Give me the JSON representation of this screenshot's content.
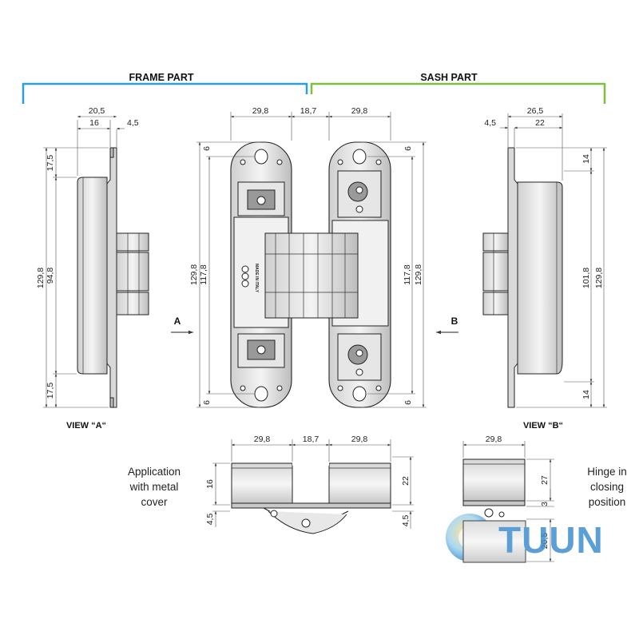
{
  "headers": {
    "frame_part": "FRAME PART",
    "sash_part": "SASH PART",
    "frame_color": "#2a9fd8",
    "sash_color": "#7fbf3f"
  },
  "views": {
    "view_a": "VIEW “A“",
    "view_b": "VIEW “B“",
    "arrow_a": "A",
    "arrow_b": "B"
  },
  "dims": {
    "va_top_20_5": "20,5",
    "va_top_16": "16",
    "va_top_4_5": "4,5",
    "va_17_5_top": "17,5",
    "va_129_8": "129,8",
    "va_94_8": "94,8",
    "va_17_5_bottom": "17,5",
    "front_29_8_left": "29,8",
    "front_18_7": "18,7",
    "front_29_8_right": "29,8",
    "front_6_tl": "6",
    "front_6_tr": "6",
    "front_6_bl": "6",
    "front_6_br": "6",
    "front_129_8_left": "129,8",
    "front_117_8_left": "117,8",
    "front_117_8_right": "117,8",
    "front_129_8_right": "129,8",
    "vb_26_5": "26,5",
    "vb_4_5": "4,5",
    "vb_22": "22",
    "vb_14_top": "14",
    "vb_101_8": "101,8",
    "vb_129_8": "129,8",
    "vb_14_bottom": "14",
    "bot_29_8_left": "29,8",
    "bot_18_7": "18,7",
    "bot_29_8_right": "29,8",
    "bot_16": "16",
    "bot_4_5_left": "4,5",
    "bot_22": "22",
    "bot_4_5_right": "4,5",
    "close_29_8": "29,8",
    "close_27": "27",
    "close_3": "3",
    "close_20_5": "20,5"
  },
  "labels": {
    "application": [
      "Application",
      "with metal",
      "cover"
    ],
    "closing": [
      "Hinge in",
      "closing",
      "position"
    ],
    "made_in_italy": "MADE IN ITALY"
  },
  "logo": {
    "text": "TUUN",
    "color": "#3f8fd0"
  }
}
